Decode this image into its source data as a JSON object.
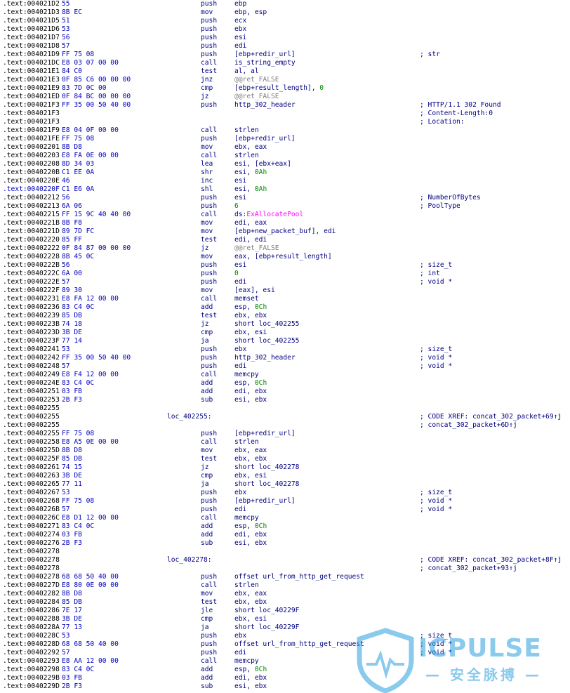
{
  "colors": {
    "address": "#000000",
    "address_highlight": "#0000c0",
    "bytes": "#0000c0",
    "mnemonic": "#000080",
    "number": "#008000",
    "label_ref": "#808080",
    "import": "#ff00ff",
    "watermark": "#2aa0e0"
  },
  "listing": [
    {
      "addr": ".text:004021D2",
      "bytes": "55",
      "mnem": "push",
      "ops": [
        {
          "t": "ebp"
        }
      ]
    },
    {
      "addr": ".text:004021D3",
      "bytes": "8B EC",
      "mnem": "mov",
      "ops": [
        {
          "t": "ebp, esp"
        }
      ]
    },
    {
      "addr": ".text:004021D5",
      "bytes": "51",
      "mnem": "push",
      "ops": [
        {
          "t": "ecx"
        }
      ]
    },
    {
      "addr": ".text:004021D6",
      "bytes": "53",
      "mnem": "push",
      "ops": [
        {
          "t": "ebx"
        }
      ]
    },
    {
      "addr": ".text:004021D7",
      "bytes": "56",
      "mnem": "push",
      "ops": [
        {
          "t": "esi"
        }
      ]
    },
    {
      "addr": ".text:004021D8",
      "bytes": "57",
      "mnem": "push",
      "ops": [
        {
          "t": "edi"
        }
      ]
    },
    {
      "addr": ".text:004021D9",
      "bytes": "FF 75 08",
      "mnem": "push",
      "ops": [
        {
          "t": "[ebp+redir_url]"
        }
      ],
      "comment": "; str"
    },
    {
      "addr": ".text:004021DC",
      "bytes": "E8 03 07 00 00",
      "mnem": "call",
      "ops": [
        {
          "t": "is_string_empty"
        }
      ]
    },
    {
      "addr": ".text:004021E1",
      "bytes": "84 C0",
      "mnem": "test",
      "ops": [
        {
          "t": "al, al"
        }
      ]
    },
    {
      "addr": ".text:004021E3",
      "bytes": "0F 85 C6 00 00 00",
      "mnem": "jnz",
      "ops": [
        {
          "t": "@@ret_FALSE",
          "c": "gray"
        }
      ]
    },
    {
      "addr": ".text:004021E9",
      "bytes": "83 7D 0C 00",
      "mnem": "cmp",
      "ops": [
        {
          "t": "[ebp+result_length], "
        },
        {
          "t": "0",
          "c": "num"
        }
      ]
    },
    {
      "addr": ".text:004021ED",
      "bytes": "0F 84 BC 00 00 00",
      "mnem": "jz",
      "ops": [
        {
          "t": "@@ret_FALSE",
          "c": "gray"
        }
      ]
    },
    {
      "addr": ".text:004021F3",
      "bytes": "FF 35 00 50 40 00",
      "mnem": "push",
      "ops": [
        {
          "t": "http_302_header"
        }
      ],
      "comment": "; HTTP/1.1 302 Found"
    },
    {
      "addr": ".text:004021F3",
      "comment": "; Content-Length:0"
    },
    {
      "addr": ".text:004021F3",
      "comment": "; Location:"
    },
    {
      "addr": ".text:004021F9",
      "bytes": "E8 04 0F 00 00",
      "mnem": "call",
      "ops": [
        {
          "t": "strlen"
        }
      ]
    },
    {
      "addr": ".text:004021FE",
      "bytes": "FF 75 08",
      "mnem": "push",
      "ops": [
        {
          "t": "[ebp+redir_url]"
        }
      ]
    },
    {
      "addr": ".text:00402201",
      "bytes": "8B D8",
      "mnem": "mov",
      "ops": [
        {
          "t": "ebx, eax"
        }
      ]
    },
    {
      "addr": ".text:00402203",
      "bytes": "E8 FA 0E 00 00",
      "mnem": "call",
      "ops": [
        {
          "t": "strlen"
        }
      ]
    },
    {
      "addr": ".text:00402208",
      "bytes": "8D 34 03",
      "mnem": "lea",
      "ops": [
        {
          "t": "esi, [ebx+eax]"
        }
      ]
    },
    {
      "addr": ".text:0040220B",
      "bytes": "C1 EE 0A",
      "mnem": "shr",
      "ops": [
        {
          "t": "esi, "
        },
        {
          "t": "0Ah",
          "c": "num"
        }
      ]
    },
    {
      "addr": ".text:0040220E",
      "bytes": "46",
      "mnem": "inc",
      "ops": [
        {
          "t": "esi"
        }
      ]
    },
    {
      "addr": ".text:0040220F",
      "bytes": "C1 E6 0A",
      "mnem": "shl",
      "ops": [
        {
          "t": "esi, "
        },
        {
          "t": "0Ah",
          "c": "num"
        }
      ],
      "hl": true
    },
    {
      "addr": ".text:00402212",
      "bytes": "56",
      "mnem": "push",
      "ops": [
        {
          "t": "esi"
        }
      ],
      "comment": "; NumberOfBytes"
    },
    {
      "addr": ".text:00402213",
      "bytes": "6A 06",
      "mnem": "push",
      "ops": [
        {
          "t": "6",
          "c": "num"
        }
      ],
      "comment": "; PoolType"
    },
    {
      "addr": ".text:00402215",
      "bytes": "FF 15 9C 40 40 00",
      "mnem": "call",
      "ops": [
        {
          "t": "ds:"
        },
        {
          "t": "ExAllocatePool",
          "c": "pink"
        }
      ]
    },
    {
      "addr": ".text:0040221B",
      "bytes": "8B F8",
      "mnem": "mov",
      "ops": [
        {
          "t": "edi, eax"
        }
      ]
    },
    {
      "addr": ".text:0040221D",
      "bytes": "89 7D FC",
      "mnem": "mov",
      "ops": [
        {
          "t": "[ebp+new_packet_buf], edi"
        }
      ]
    },
    {
      "addr": ".text:00402220",
      "bytes": "85 FF",
      "mnem": "test",
      "ops": [
        {
          "t": "edi, edi"
        }
      ]
    },
    {
      "addr": ".text:00402222",
      "bytes": "0F 84 87 00 00 00",
      "mnem": "jz",
      "ops": [
        {
          "t": "@@ret_FALSE",
          "c": "gray"
        }
      ]
    },
    {
      "addr": ".text:00402228",
      "bytes": "8B 45 0C",
      "mnem": "mov",
      "ops": [
        {
          "t": "eax, [ebp+result_length]"
        }
      ]
    },
    {
      "addr": ".text:0040222B",
      "bytes": "56",
      "mnem": "push",
      "ops": [
        {
          "t": "esi"
        }
      ],
      "comment": "; size_t"
    },
    {
      "addr": ".text:0040222C",
      "bytes": "6A 00",
      "mnem": "push",
      "ops": [
        {
          "t": "0",
          "c": "num"
        }
      ],
      "comment": "; int"
    },
    {
      "addr": ".text:0040222E",
      "bytes": "57",
      "mnem": "push",
      "ops": [
        {
          "t": "edi"
        }
      ],
      "comment": "; void *"
    },
    {
      "addr": ".text:0040222F",
      "bytes": "89 30",
      "mnem": "mov",
      "ops": [
        {
          "t": "[eax], esi"
        }
      ]
    },
    {
      "addr": ".text:00402231",
      "bytes": "E8 FA 12 00 00",
      "mnem": "call",
      "ops": [
        {
          "t": "memset"
        }
      ]
    },
    {
      "addr": ".text:00402236",
      "bytes": "83 C4 0C",
      "mnem": "add",
      "ops": [
        {
          "t": "esp, "
        },
        {
          "t": "0Ch",
          "c": "num"
        }
      ]
    },
    {
      "addr": ".text:00402239",
      "bytes": "85 DB",
      "mnem": "test",
      "ops": [
        {
          "t": "ebx, ebx"
        }
      ]
    },
    {
      "addr": ".text:0040223B",
      "bytes": "74 18",
      "mnem": "jz",
      "ops": [
        {
          "t": "short loc_402255"
        }
      ]
    },
    {
      "addr": ".text:0040223D",
      "bytes": "3B DE",
      "mnem": "cmp",
      "ops": [
        {
          "t": "ebx, esi"
        }
      ]
    },
    {
      "addr": ".text:0040223F",
      "bytes": "77 14",
      "mnem": "ja",
      "ops": [
        {
          "t": "short loc_402255"
        }
      ]
    },
    {
      "addr": ".text:00402241",
      "bytes": "53",
      "mnem": "push",
      "ops": [
        {
          "t": "ebx"
        }
      ],
      "comment": "; size_t"
    },
    {
      "addr": ".text:00402242",
      "bytes": "FF 35 00 50 40 00",
      "mnem": "push",
      "ops": [
        {
          "t": "http_302_header"
        }
      ],
      "comment": "; void *"
    },
    {
      "addr": ".text:00402248",
      "bytes": "57",
      "mnem": "push",
      "ops": [
        {
          "t": "edi"
        }
      ],
      "comment": "; void *"
    },
    {
      "addr": ".text:00402249",
      "bytes": "E8 F4 12 00 00",
      "mnem": "call",
      "ops": [
        {
          "t": "memcpy"
        }
      ]
    },
    {
      "addr": ".text:0040224E",
      "bytes": "83 C4 0C",
      "mnem": "add",
      "ops": [
        {
          "t": "esp, "
        },
        {
          "t": "0Ch",
          "c": "num"
        }
      ]
    },
    {
      "addr": ".text:00402251",
      "bytes": "03 FB",
      "mnem": "add",
      "ops": [
        {
          "t": "edi, ebx"
        }
      ]
    },
    {
      "addr": ".text:00402253",
      "bytes": "2B F3",
      "mnem": "sub",
      "ops": [
        {
          "t": "esi, ebx"
        }
      ]
    },
    {
      "addr": ".text:00402255"
    },
    {
      "addr": ".text:00402255",
      "label": "loc_402255:",
      "comment": "; CODE XREF: concat_302_packet+69↑j"
    },
    {
      "addr": ".text:00402255",
      "comment": "; concat_302_packet+6D↑j"
    },
    {
      "addr": ".text:00402255",
      "bytes": "FF 75 08",
      "mnem": "push",
      "ops": [
        {
          "t": "[ebp+redir_url]"
        }
      ]
    },
    {
      "addr": ".text:00402258",
      "bytes": "E8 A5 0E 00 00",
      "mnem": "call",
      "ops": [
        {
          "t": "strlen"
        }
      ]
    },
    {
      "addr": ".text:0040225D",
      "bytes": "8B D8",
      "mnem": "mov",
      "ops": [
        {
          "t": "ebx, eax"
        }
      ]
    },
    {
      "addr": ".text:0040225F",
      "bytes": "85 DB",
      "mnem": "test",
      "ops": [
        {
          "t": "ebx, ebx"
        }
      ]
    },
    {
      "addr": ".text:00402261",
      "bytes": "74 15",
      "mnem": "jz",
      "ops": [
        {
          "t": "short loc_402278"
        }
      ]
    },
    {
      "addr": ".text:00402263",
      "bytes": "3B DE",
      "mnem": "cmp",
      "ops": [
        {
          "t": "ebx, esi"
        }
      ]
    },
    {
      "addr": ".text:00402265",
      "bytes": "77 11",
      "mnem": "ja",
      "ops": [
        {
          "t": "short loc_402278"
        }
      ]
    },
    {
      "addr": ".text:00402267",
      "bytes": "53",
      "mnem": "push",
      "ops": [
        {
          "t": "ebx"
        }
      ],
      "comment": "; size_t"
    },
    {
      "addr": ".text:00402268",
      "bytes": "FF 75 08",
      "mnem": "push",
      "ops": [
        {
          "t": "[ebp+redir_url]"
        }
      ],
      "comment": "; void *"
    },
    {
      "addr": ".text:0040226B",
      "bytes": "57",
      "mnem": "push",
      "ops": [
        {
          "t": "edi"
        }
      ],
      "comment": "; void *"
    },
    {
      "addr": ".text:0040226C",
      "bytes": "E8 D1 12 00 00",
      "mnem": "call",
      "ops": [
        {
          "t": "memcpy"
        }
      ]
    },
    {
      "addr": ".text:00402271",
      "bytes": "83 C4 0C",
      "mnem": "add",
      "ops": [
        {
          "t": "esp, "
        },
        {
          "t": "0Ch",
          "c": "num"
        }
      ]
    },
    {
      "addr": ".text:00402274",
      "bytes": "03 FB",
      "mnem": "add",
      "ops": [
        {
          "t": "edi, ebx"
        }
      ]
    },
    {
      "addr": ".text:00402276",
      "bytes": "2B F3",
      "mnem": "sub",
      "ops": [
        {
          "t": "esi, ebx"
        }
      ]
    },
    {
      "addr": ".text:00402278"
    },
    {
      "addr": ".text:00402278",
      "label": "loc_402278:",
      "comment": "; CODE XREF: concat_302_packet+8F↑j"
    },
    {
      "addr": ".text:00402278",
      "comment": "; concat_302_packet+93↑j"
    },
    {
      "addr": ".text:00402278",
      "bytes": "68 68 50 40 00",
      "mnem": "push",
      "ops": [
        {
          "t": "offset url_from_http_get_request"
        }
      ]
    },
    {
      "addr": ".text:0040227D",
      "bytes": "E8 80 0E 00 00",
      "mnem": "call",
      "ops": [
        {
          "t": "strlen"
        }
      ]
    },
    {
      "addr": ".text:00402282",
      "bytes": "8B D8",
      "mnem": "mov",
      "ops": [
        {
          "t": "ebx, eax"
        }
      ]
    },
    {
      "addr": ".text:00402284",
      "bytes": "85 DB",
      "mnem": "test",
      "ops": [
        {
          "t": "ebx, ebx"
        }
      ]
    },
    {
      "addr": ".text:00402286",
      "bytes": "7E 17",
      "mnem": "jle",
      "ops": [
        {
          "t": "short loc_40229F"
        }
      ]
    },
    {
      "addr": ".text:00402288",
      "bytes": "3B DE",
      "mnem": "cmp",
      "ops": [
        {
          "t": "ebx, esi"
        }
      ]
    },
    {
      "addr": ".text:0040228A",
      "bytes": "77 13",
      "mnem": "ja",
      "ops": [
        {
          "t": "short loc_40229F"
        }
      ]
    },
    {
      "addr": ".text:0040228C",
      "bytes": "53",
      "mnem": "push",
      "ops": [
        {
          "t": "ebx"
        }
      ],
      "comment": "; size_t"
    },
    {
      "addr": ".text:0040228D",
      "bytes": "68 68 50 40 00",
      "mnem": "push",
      "ops": [
        {
          "t": "offset url_from_http_get_request"
        }
      ],
      "comment": "; void *"
    },
    {
      "addr": ".text:00402292",
      "bytes": "57",
      "mnem": "push",
      "ops": [
        {
          "t": "edi"
        }
      ],
      "comment": "; void *"
    },
    {
      "addr": ".text:00402293",
      "bytes": "E8 AA 12 00 00",
      "mnem": "call",
      "ops": [
        {
          "t": "memcpy"
        }
      ]
    },
    {
      "addr": ".text:00402298",
      "bytes": "83 C4 0C",
      "mnem": "add",
      "ops": [
        {
          "t": "esp, "
        },
        {
          "t": "0Ch",
          "c": "num"
        }
      ]
    },
    {
      "addr": ".text:0040229B",
      "bytes": "03 FB",
      "mnem": "add",
      "ops": [
        {
          "t": "edi, ebx"
        }
      ]
    },
    {
      "addr": ".text:0040229D",
      "bytes": "2B F3",
      "mnem": "sub",
      "ops": [
        {
          "t": "esi, ebx"
        }
      ]
    }
  ],
  "watermark": {
    "title": "ICPULSE",
    "subtitle": "— 安全脉搏 —",
    "icon": "shield-pulse-icon"
  }
}
